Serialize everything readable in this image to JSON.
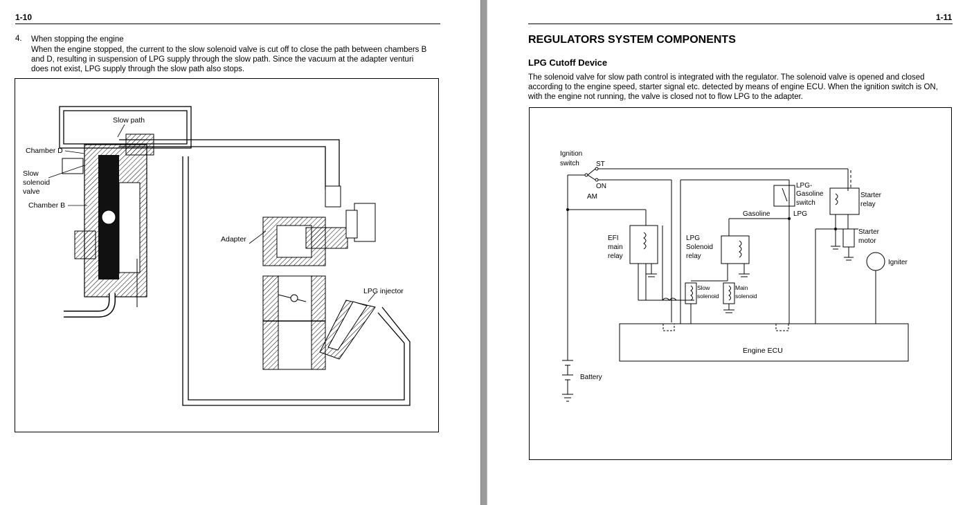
{
  "left_page": {
    "page_number": "1-10",
    "step": {
      "number": "4.",
      "title": "When stopping the engine",
      "lines": [
        "When the engine stopped, the current to the slow solenoid valve is cut off to close the path between chambers B",
        "and D, resulting in suspension of LPG supply through the slow path. Since the vacuum at the adapter venturi",
        "does not exist, LPG supply through the slow path also stops."
      ]
    },
    "figure_labels": {
      "slow_path": "Slow path",
      "chamber_d": "Chamber D",
      "slow_solenoid_valve": [
        "Slow",
        "solenoid",
        "valve"
      ],
      "chamber_b": "Chamber B",
      "adapter": "Adapter",
      "lpg_injector": "LPG injector"
    }
  },
  "right_page": {
    "page_number": "1-11",
    "heading": "REGULATORS SYSTEM COMPONENTS",
    "subheading": "LPG Cutoff Device",
    "lines": [
      "The solenoid valve for slow path control is integrated with the regulator. The solenoid valve is opened and closed",
      "according to the engine speed, starter signal etc. detected by means of engine ECU. When the ignition switch is ON,",
      "with the engine not running, the valve is closed not to flow LPG to the adapter."
    ],
    "circuit_labels": {
      "ignition_switch": [
        "Ignition",
        "switch"
      ],
      "st": "ST",
      "on": "ON",
      "am": "AM",
      "lpg_gasoline_switch": [
        "LPG-",
        "Gasoline",
        "switch"
      ],
      "gasoline": "Gasoline",
      "lpg": "LPG",
      "starter_relay": [
        "Starter",
        "relay"
      ],
      "starter_motor": [
        "Starter",
        "motor"
      ],
      "efi_main_relay": [
        "EFI",
        "main",
        "relay"
      ],
      "lpg_solenoid_relay": [
        "LPG",
        "Solenoid",
        "relay"
      ],
      "slow_solenoid": [
        "Slow",
        "solenoid"
      ],
      "main_solenoid": [
        "Main",
        "solenoid"
      ],
      "igniter": "Igniter",
      "engine_ecu": "Engine ECU",
      "battery": "Battery"
    }
  }
}
